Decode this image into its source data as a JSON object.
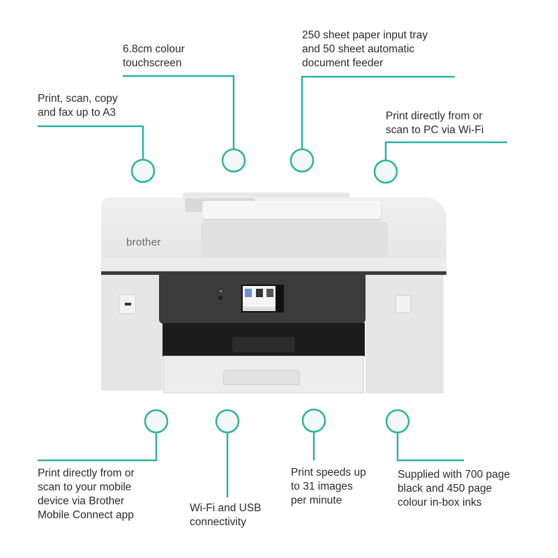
{
  "accent_color": "#2bb3a0",
  "brand_logo": "brother",
  "callouts_top": [
    {
      "lines": [
        "Print, scan, copy",
        "and fax up to A3"
      ]
    },
    {
      "lines": [
        "6.8cm colour",
        "touchscreen"
      ]
    },
    {
      "lines": [
        "250 sheet paper input tray",
        "and 50 sheet automatic",
        "document feeder"
      ]
    },
    {
      "lines": [
        "Print directly from or",
        "scan to PC via Wi-Fi"
      ]
    }
  ],
  "callouts_bottom": [
    {
      "lines": [
        "Print directly from or",
        "scan to your mobile",
        "device via Brother",
        "Mobile Connect app"
      ]
    },
    {
      "lines": [
        "Wi-Fi and USB",
        "connectivity"
      ]
    },
    {
      "lines": [
        "Print speeds up",
        "to 31 images",
        "per minute"
      ]
    },
    {
      "lines": [
        "Supplied with 700 page",
        "black and 450 page",
        "colour in-box inks"
      ]
    }
  ]
}
